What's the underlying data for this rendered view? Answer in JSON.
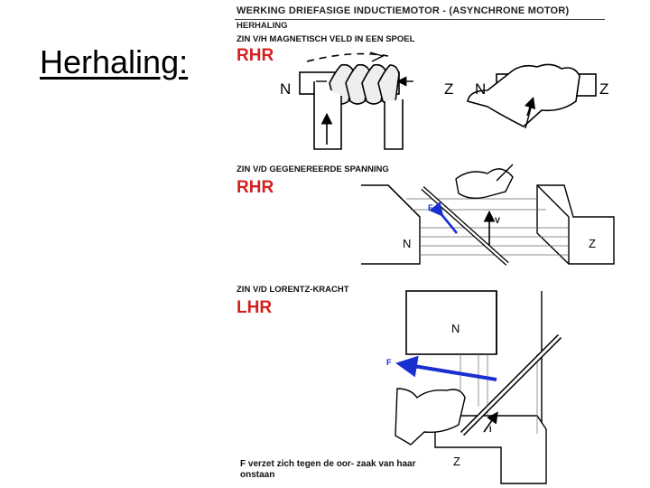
{
  "slide": {
    "title": "Herhaling:"
  },
  "document": {
    "title": "WERKING DRIEFASIGE INDUCTIEMOTOR - (ASYNCHRONE MOTOR)",
    "subtitle": "HERHALING",
    "sections": [
      {
        "heading": "ZIN V/H MAGNETISCH VELD IN EEN SPOEL",
        "rule": "RHR",
        "pole_left": "N",
        "pole_right": "Z",
        "hand_pole_left": "N",
        "hand_pole_right": "Z"
      },
      {
        "heading": "ZIN V/D GEGENEREERDE SPANNING",
        "rule": "RHR",
        "label_e": "E",
        "label_v": "V",
        "pole_left": "N",
        "pole_right": "Z"
      },
      {
        "heading": "ZIN V/D LORENTZ-KRACHT",
        "rule": "LHR",
        "pole_top": "N",
        "pole_bottom": "Z",
        "label_f": "F",
        "label_i": "I",
        "note": "F verzet zich tegen de oor- zaak van haar onstaan"
      }
    ]
  },
  "colors": {
    "rule_label": "#d42020",
    "arrow_blue": "#1a2fd0"
  }
}
